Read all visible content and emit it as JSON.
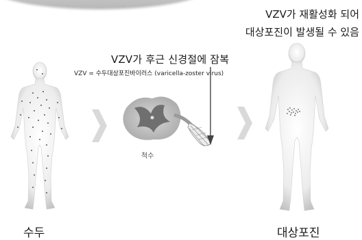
{
  "stage1": {
    "label": "수두"
  },
  "stage2": {
    "title": "VZV가 후근 신경절에 잠복",
    "subtitle": "VZV = 수두대상포진바이러스 (varicella-zoster virus)",
    "organ_label": "척수"
  },
  "stage3": {
    "title_line1": "VZV가 재활성화 되어",
    "title_line2": "대상포진이 발생될 수 있음",
    "label": "대상포진"
  },
  "colors": {
    "body_gradient_light": "#ffffff",
    "body_gradient_dark": "#c8c8c8",
    "spots": "#555555",
    "chevron": "#d9d9d9",
    "spine_grey": "#bdbdbd",
    "spine_dark": "#7a7a7a"
  }
}
